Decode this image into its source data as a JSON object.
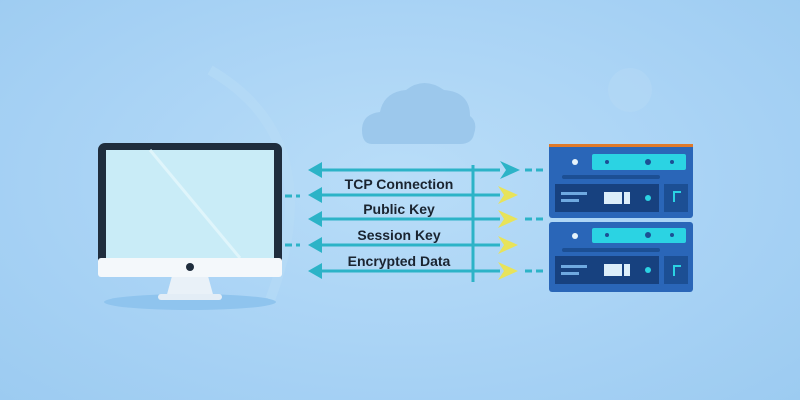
{
  "diagram": {
    "flows": [
      {
        "label": "TCP Connection"
      },
      {
        "label": "Public Key"
      },
      {
        "label": "Session Key"
      },
      {
        "label": "Encrypted Data"
      }
    ]
  },
  "colors": {
    "background": "#a9d3f5",
    "monitor_frame": "#1f2d3d",
    "screen": "#c9ecf7",
    "arrow_teal": "#2cb3c7",
    "arrow_yellow": "#e8e35a",
    "server_body": "#2a66b8",
    "server_dark": "#17417f",
    "server_accent": "#2bd3e3",
    "server_top_edge": "#e07a2a",
    "cloud": "#9cc8ec"
  },
  "icons": {
    "client": "desktop-monitor-icon",
    "server": "server-rack-icon",
    "cloud": "cloud-icon"
  }
}
